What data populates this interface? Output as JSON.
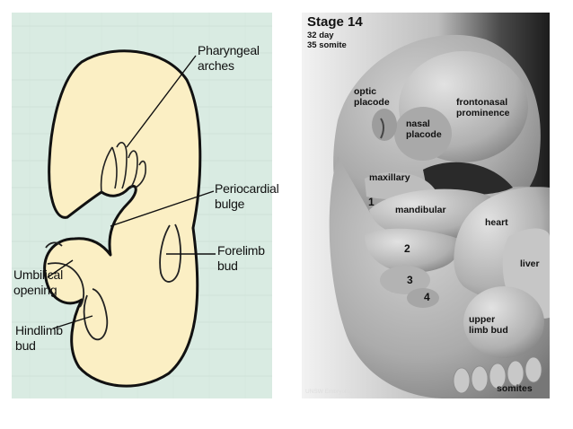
{
  "left": {
    "labels": {
      "pharyngeal": "Pharyngeal\narches",
      "pericardial": "Periocardial\nbulge",
      "forelimb": "Forelimb\nbud",
      "umbilical": "Umbilical\nopening",
      "hindlimb": "Hindlimb\nbud"
    },
    "colors": {
      "background": "#d9ebe2",
      "embryo_fill": "#fbefc4",
      "outline": "#111111"
    }
  },
  "right": {
    "title": "Stage 14",
    "subtitle_day": "32 day",
    "subtitle_somite": "35 somite",
    "labels": {
      "optic": "optic\nplacode",
      "nasal": "nasal\nplacode",
      "frontonasal": "frontonasal\nprominence",
      "maxillary": "maxillary",
      "mandibular": "mandibular",
      "heart": "heart",
      "liver": "liver",
      "upper_limb": "upper\nlimb bud",
      "somites": "somites"
    },
    "arch_numbers": [
      "1",
      "2",
      "3",
      "4"
    ],
    "credit": "UNSW Embryology",
    "colors": {
      "background_light": "#f2f2f2",
      "background_dark": "#1c1c1c",
      "tissue": "#b5b5b5"
    }
  }
}
